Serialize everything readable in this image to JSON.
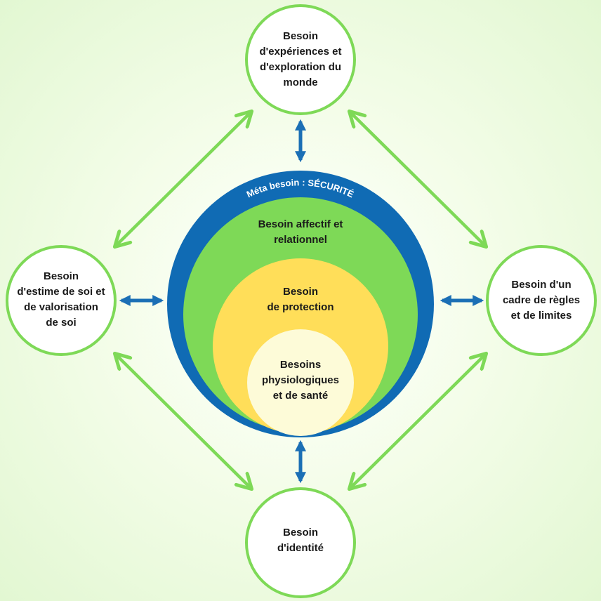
{
  "center": {
    "meta_label": "Méta besoin : SÉCURITÉ",
    "affectif": "Besoin affectif et\nrelationnel",
    "protection": "Besoin\nde protection",
    "physio": "Besoins\nphysiologiques\net de santé"
  },
  "nodes": {
    "top": "Besoin\nd'expériences et\nd'exploration du\nmonde",
    "left": "Besoin\nd'estime de soi et\nde valorisation\nde soi",
    "right": "Besoin d'un\ncadre de règles\net de limites",
    "bottom": "Besoin\nd'identité"
  },
  "colors": {
    "outer_blue": "#106bb4",
    "green": "#7ed957",
    "yellow": "#ffde59",
    "cream": "#fdfbd8",
    "node_border": "#7ed957",
    "arrow_blue": "#1b6fb5",
    "arrow_green": "#7ed957"
  }
}
